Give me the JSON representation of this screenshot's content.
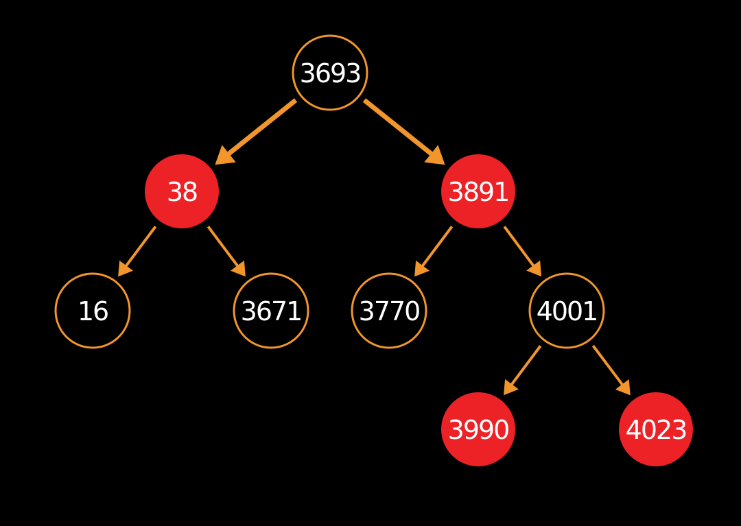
{
  "colors": {
    "background": "#000000",
    "edge": "#f2962c",
    "black_node_fill": "#000000",
    "black_node_stroke": "#f2962c",
    "red_node_fill": "#ec2227",
    "label": "#ffffff"
  },
  "tree": {
    "nodes": [
      {
        "id": "n3693",
        "label": "3693",
        "color": "black"
      },
      {
        "id": "n38",
        "label": "38",
        "color": "red"
      },
      {
        "id": "n3891",
        "label": "3891",
        "color": "red"
      },
      {
        "id": "n16",
        "label": "16",
        "color": "black"
      },
      {
        "id": "n3671",
        "label": "3671",
        "color": "black"
      },
      {
        "id": "n3770",
        "label": "3770",
        "color": "black"
      },
      {
        "id": "n4001",
        "label": "4001",
        "color": "black"
      },
      {
        "id": "n3990",
        "label": "3990",
        "color": "red"
      },
      {
        "id": "n4023",
        "label": "4023",
        "color": "red"
      }
    ],
    "edges": [
      {
        "from": "n3693",
        "to": "n38"
      },
      {
        "from": "n3693",
        "to": "n3891"
      },
      {
        "from": "n38",
        "to": "n16"
      },
      {
        "from": "n38",
        "to": "n3671"
      },
      {
        "from": "n3891",
        "to": "n3770"
      },
      {
        "from": "n3891",
        "to": "n4001"
      },
      {
        "from": "n4001",
        "to": "n3990"
      },
      {
        "from": "n4001",
        "to": "n4023"
      }
    ]
  }
}
